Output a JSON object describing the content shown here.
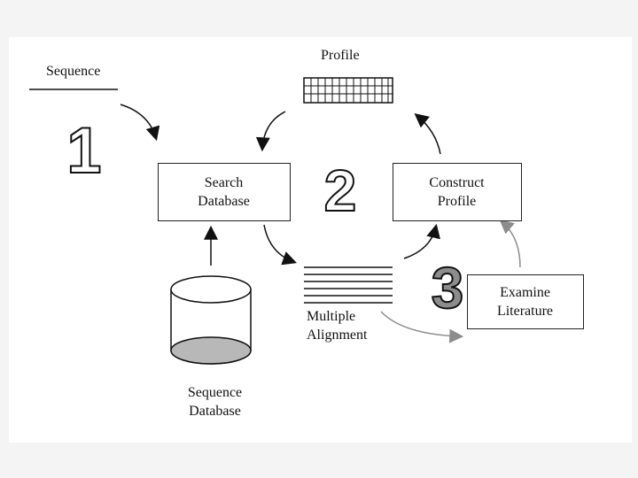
{
  "sequence_label": "Sequence",
  "profile_label": "Profile",
  "search_database_label": "Search\nDatabase",
  "construct_profile_label": "Construct\nProfile",
  "examine_literature_label": "Examine\nLiterature",
  "multiple_alignment_label": "Multiple\nAlignment",
  "sequence_database_label": "Sequence\nDatabase",
  "step_numbers": [
    "1",
    "2",
    "3"
  ],
  "colors": {
    "step3_fill": "#8c8c8c",
    "gray_arrow": "#8c8c8c",
    "cylinder_base": "#b8b8b8"
  }
}
